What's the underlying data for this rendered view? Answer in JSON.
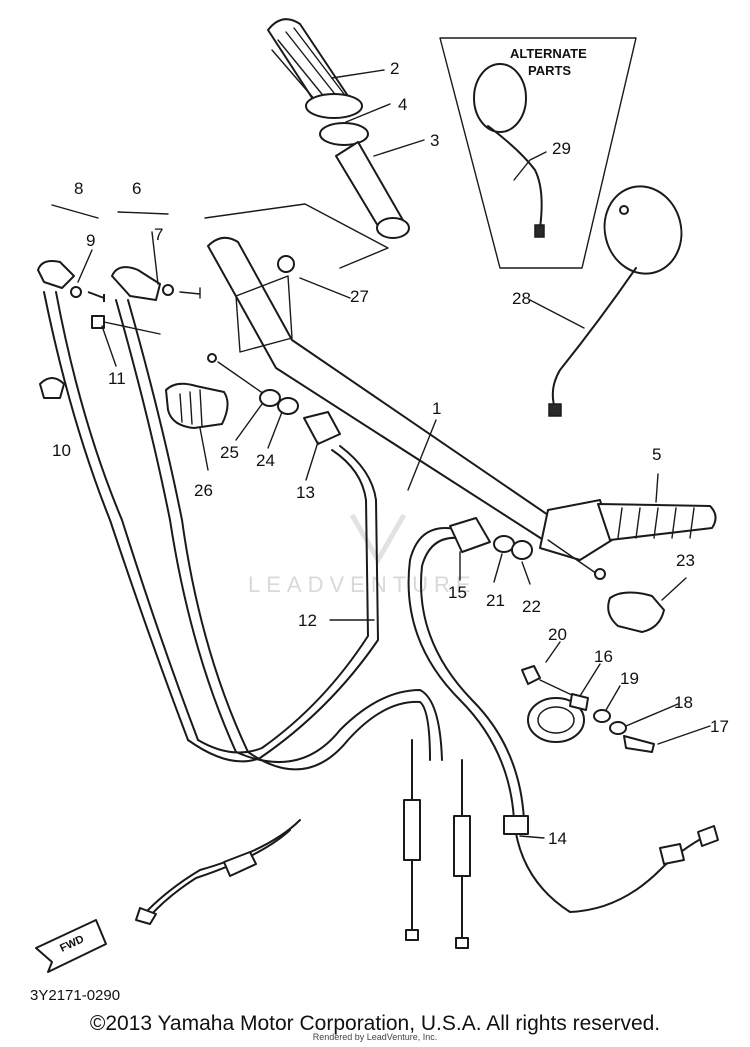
{
  "diagram": {
    "callouts": [
      {
        "id": "1",
        "label": "1"
      },
      {
        "id": "2",
        "label": "2"
      },
      {
        "id": "3",
        "label": "3"
      },
      {
        "id": "4",
        "label": "4"
      },
      {
        "id": "5",
        "label": "5"
      },
      {
        "id": "6",
        "label": "6"
      },
      {
        "id": "7",
        "label": "7"
      },
      {
        "id": "8",
        "label": "8"
      },
      {
        "id": "9",
        "label": "9"
      },
      {
        "id": "10",
        "label": "10"
      },
      {
        "id": "11",
        "label": "11"
      },
      {
        "id": "12",
        "label": "12"
      },
      {
        "id": "13",
        "label": "13"
      },
      {
        "id": "14",
        "label": "14"
      },
      {
        "id": "15",
        "label": "15"
      },
      {
        "id": "16",
        "label": "16"
      },
      {
        "id": "17",
        "label": "17"
      },
      {
        "id": "18",
        "label": "18"
      },
      {
        "id": "19",
        "label": "19"
      },
      {
        "id": "20",
        "label": "20"
      },
      {
        "id": "21",
        "label": "21"
      },
      {
        "id": "22",
        "label": "22"
      },
      {
        "id": "23",
        "label": "23"
      },
      {
        "id": "24",
        "label": "24"
      },
      {
        "id": "25",
        "label": "25"
      },
      {
        "id": "26",
        "label": "26"
      },
      {
        "id": "27",
        "label": "27"
      },
      {
        "id": "28",
        "label": "28"
      },
      {
        "id": "29",
        "label": "29"
      }
    ],
    "alternate_parts_line1": "ALTERNATE",
    "alternate_parts_line2": "PARTS",
    "diagram_code": "3Y2171-0290",
    "fwd_label": "FWD",
    "watermark": "LEADVENTURE"
  },
  "footer": {
    "copyright": "©2013 Yamaha Motor Corporation, U.S.A. All rights reserved.",
    "rendered_by": "Rendered by LeadVenture, Inc."
  }
}
